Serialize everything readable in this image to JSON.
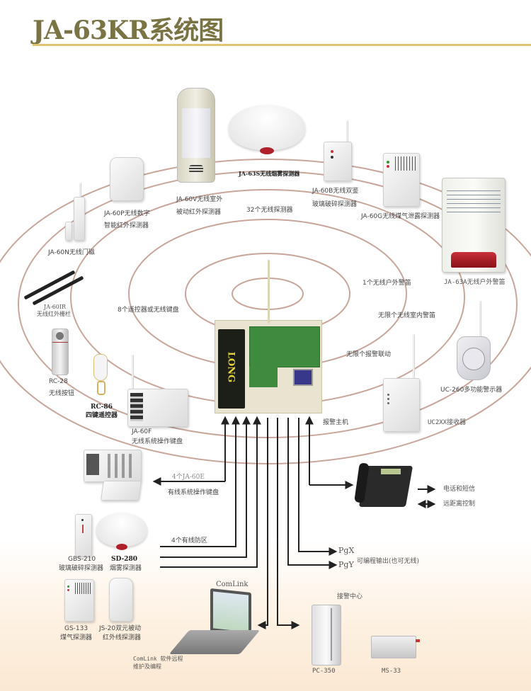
{
  "title": "JA-63KR系统图",
  "colors": {
    "title": "#7a7444",
    "rule": "#e2c373",
    "rings": "#c9a69a",
    "wires": "#222222",
    "board_green": "#3e8a3e",
    "siren_red": "#b0202a"
  },
  "rings": {
    "labels": {
      "detectors": "32个无线探测器",
      "remotes": "8个遥控器或无线键盘",
      "outdoor_siren": "1个无线户外警笛",
      "indoor_sirens": "无限个无线室内警笛",
      "linkage": "无限个报警联动"
    }
  },
  "central_unit": {
    "label": "报警主机",
    "battery_brand": "LONG"
  },
  "wireless_devices": [
    {
      "id": "ja-60n",
      "line1": "JA-60N无线门磁",
      "line2": ""
    },
    {
      "id": "ja-60p",
      "line1": "JA-60P无线数字",
      "line2": "智能红外探测器"
    },
    {
      "id": "ja-60v",
      "line1": "JA-60V无线室外",
      "line2": "被动红外探测器"
    },
    {
      "id": "ja-63s",
      "line1": "JA-63S无线烟雾探测器",
      "line2": ""
    },
    {
      "id": "ja-60b",
      "line1": "JA-60B无线双鉴",
      "line2": "玻璃破碎探测器"
    },
    {
      "id": "ja-60g",
      "line1": "JA-60G无线煤气泄露探测器",
      "line2": ""
    },
    {
      "id": "ja-63a",
      "line1": "JA-63A无线户外警笛",
      "line2": ""
    },
    {
      "id": "ja-60ir",
      "line1": "JA-60IR",
      "line2": "无线红外栅栏"
    },
    {
      "id": "rc-28",
      "line1": "RC-28",
      "line2": "无线按钮"
    },
    {
      "id": "rc-86",
      "line1": "RC-86",
      "line2": "四键遥控器"
    },
    {
      "id": "ja-60f",
      "line1": "JA-60F",
      "line2": "无线系统操作键盘"
    },
    {
      "id": "uc-260",
      "line1": "UC-260多功能警示器",
      "line2": ""
    },
    {
      "id": "uc2xx",
      "line1": "UC2XX接收器",
      "line2": ""
    }
  ],
  "wired": {
    "keypad_count": "4个JA-60E",
    "keypad_label": "有线系统操作键盘",
    "zones_label": "4个有线防区",
    "gbs210": {
      "line1": "GBS-210",
      "line2": "玻璃破碎探测器"
    },
    "sd280": {
      "line1": "SD-280",
      "line2": "烟雾探测器"
    },
    "gs133": {
      "line1": "GS-133",
      "line2": "煤气探测器"
    },
    "js20": {
      "line1": "JS-20双元被动",
      "line2": "红外线探测器"
    }
  },
  "outputs": {
    "phone_sms": "电话和短信",
    "remote_control": "远距离控制",
    "pgx": "PgX",
    "pgy": "PgY",
    "pg_note": "可编程输出(也可无线)",
    "comlink_title": "ComLink",
    "comlink_note1": "ComLink 软件远程",
    "comlink_note2": "维护及编程",
    "center_label": "接警中心",
    "pc350": "PC-350",
    "ms33": "MS-33"
  }
}
